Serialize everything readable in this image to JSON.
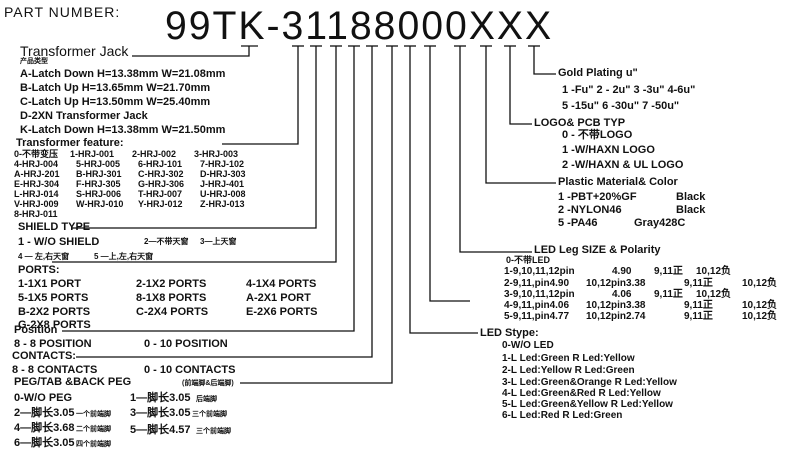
{
  "header": {
    "label": "PART NUMBER:",
    "code": "99TK-31188000XXX"
  },
  "transformer_jack": {
    "title": "Transformer Jack",
    "subtitle": "产品类型",
    "items": [
      "A-Latch Down H=13.38mm W=21.08mm",
      "B-Latch Up H=13.65mm W=21.70mm",
      "C-Latch Up H=13.50mm W=25.40mm",
      "D-2XN Transformer Jack",
      "K-Latch Down H=13.38mm W=21.50mm"
    ]
  },
  "transformer_feature": {
    "title": "Transformer feature:",
    "rows": [
      [
        "0-不带变压",
        "1-HRJ-001",
        "2-HRJ-002",
        "3-HRJ-003"
      ],
      [
        "4-HRJ-004",
        "5-HRJ-005",
        "6-HRJ-101",
        "7-HRJ-102"
      ],
      [
        "A-HRJ-201",
        "B-HRJ-301",
        "C-HRJ-302",
        "D-HRJ-303"
      ],
      [
        "E-HRJ-304",
        "F-HRJ-305",
        "G-HRJ-306",
        "J-HRJ-401"
      ],
      [
        "L-HRJ-014",
        "S-HRJ-006",
        "T-HRJ-007",
        "U-HRJ-008"
      ],
      [
        "V-HRJ-009",
        "W-HRJ-010",
        "Y-HRJ-012",
        "Z-HRJ-013"
      ],
      [
        "8-HRJ-011"
      ]
    ]
  },
  "shield": {
    "title": "SHIELD TYPE",
    "row1": [
      "1 - W/O SHIELD",
      "2—不带天窗",
      "3—上天窗"
    ],
    "row2": [
      "4 — 左,右天窗",
      "5 —上,左,右天窗"
    ]
  },
  "ports": {
    "title": "PORTS:",
    "rows": [
      [
        "1-1X1 PORT",
        "2-1X2 PORTS",
        "4-1X4 PORTS"
      ],
      [
        "5-1X5 PORTS",
        "8-1X8 PORTS",
        "A-2X1 PORT"
      ],
      [
        "B-2X2 PORTS",
        "C-2X4 PORTS",
        "E-2X6 PORTS"
      ],
      [
        "G-2X8 PORTS"
      ]
    ]
  },
  "position": {
    "title": "Position",
    "row": [
      "8 - 8 POSITION",
      "0 - 10 POSITION"
    ]
  },
  "contacts": {
    "title": "CONTACTS:",
    "row": [
      "8 - 8 CONTACTS",
      "0 - 10 CONTACTS"
    ]
  },
  "peg": {
    "title": "PEG/TAB &BACK PEG",
    "title_note": "(前端脚&后端脚)",
    "items": [
      {
        "code": "0-W/O PEG",
        "note": ""
      },
      {
        "code": "1—脚长3.05",
        "note": "后端脚"
      },
      {
        "code": "2—脚长3.05",
        "note": "一个前端脚"
      },
      {
        "code": "3—脚长3.05",
        "note": "三个前端脚"
      },
      {
        "code": "4—脚长3.68",
        "note": "二个前端脚"
      },
      {
        "code": "5—脚长4.57",
        "note": "三个前端脚"
      },
      {
        "code": "6—脚长3.05",
        "note": "四个前端脚"
      }
    ]
  },
  "gold": {
    "title": "Gold Plating u\"",
    "rows": [
      "1 -Fu\" 2 - 2u\" 3 -3u\" 4-6u\"",
      "5 -15u\" 6 -30u\" 7 -50u\""
    ]
  },
  "logo": {
    "title": "LOGO& PCB TYP",
    "items": [
      "0 - 不带LOGO",
      "1 -W/HAXN LOGO",
      "2 -W/HAXN & UL LOGO"
    ]
  },
  "plastic": {
    "title": "Plastic Material& Color",
    "items": [
      [
        "1 -PBT+20%GF",
        "Black"
      ],
      [
        "2 -NYLON46",
        "Black"
      ],
      [
        "5 -PA46",
        "Gray428C"
      ]
    ]
  },
  "led_leg": {
    "title": "LED Leg SIZE & Polarity",
    "first": "0-不带LED",
    "rows": [
      [
        "1-9,10,11,12pin",
        "4.90",
        "9,11正",
        "10,12负",
        ""
      ],
      [
        "2-9,11,pin4.90",
        "10,12pin3.38",
        "9,11正",
        "10,12负",
        ""
      ],
      [
        "3-9,10,11,12pin",
        "4.06",
        "9,11正",
        "10,12负",
        ""
      ],
      [
        "4-9,11,pin4.06",
        "10,12pin3.38",
        "9,11正",
        "10,12负",
        ""
      ],
      [
        "5-9,11,pin4.77",
        "10,12pin2.74",
        "9,11正",
        "10,12负",
        ""
      ]
    ],
    "tail": [
      "",
      "10,12负",
      "",
      "10,12负",
      "10,12负"
    ]
  },
  "led_stype": {
    "title": "LED Stype:",
    "items": [
      "0-W/O LED",
      "1-L Led:Green R Led:Yellow",
      "2-L Led:Yellow R Led:Green",
      "3-L Led:Green&Orange R Led:Yellow",
      "4-L Led:Green&Red R Led:Yellow",
      "5-L Led:Green&Yellow R Led:Yellow",
      "6-L Led:Red R Led:Green"
    ]
  }
}
